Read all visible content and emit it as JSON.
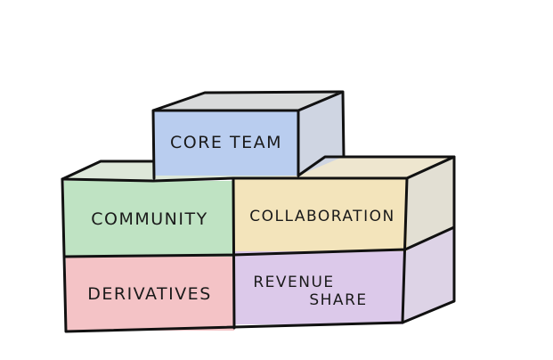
{
  "diagram": {
    "blocks": {
      "core_team": {
        "label": "CORE TEAM",
        "color": "#b9cdef"
      },
      "community": {
        "label": "COMMUNITY",
        "color": "#bfe3c3"
      },
      "collaboration": {
        "label": "COLLABORATION",
        "color": "#f3e4bb"
      },
      "derivatives": {
        "label": "DERIVATIVES",
        "color": "#f4c3c6"
      },
      "revenue_share": {
        "line1": "REVENUE",
        "line2": "SHARE",
        "color": "#dcc9ea"
      }
    },
    "colors": {
      "outline": "#111111",
      "top_face": "#d8dadb",
      "side_face": "#d6d1c2"
    }
  }
}
